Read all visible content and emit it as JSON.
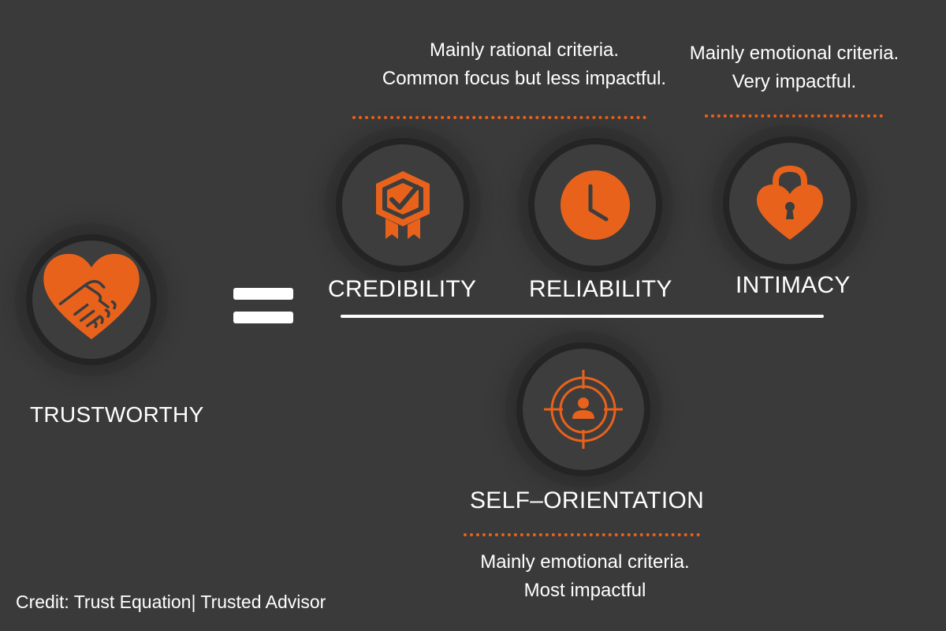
{
  "colors": {
    "background": "#3a3a3a",
    "accent": "#e8621c",
    "text": "#ffffff"
  },
  "trustworthy": {
    "label": "TRUSTWORTHY",
    "icon": "heart-handshake-icon"
  },
  "numerator": {
    "credibility": {
      "label": "CREDIBILITY",
      "icon": "badge-check-icon"
    },
    "reliability": {
      "label": "RELIABILITY",
      "icon": "clock-icon"
    },
    "intimacy": {
      "label": "INTIMACY",
      "icon": "heart-padlock-icon"
    }
  },
  "denominator": {
    "self_orientation": {
      "label": "SELF–ORIENTATION",
      "icon": "target-person-icon"
    }
  },
  "notes": {
    "rational": {
      "line1": "Mainly rational criteria.",
      "line2": "Common focus but less impactful."
    },
    "emotional_top": {
      "line1": "Mainly emotional criteria.",
      "line2": "Very impactful."
    },
    "emotional_bottom": {
      "line1": "Mainly emotional criteria.",
      "line2": "Most impactful"
    }
  },
  "credit": "Credit: Trust Equation|  Trusted Advisor"
}
